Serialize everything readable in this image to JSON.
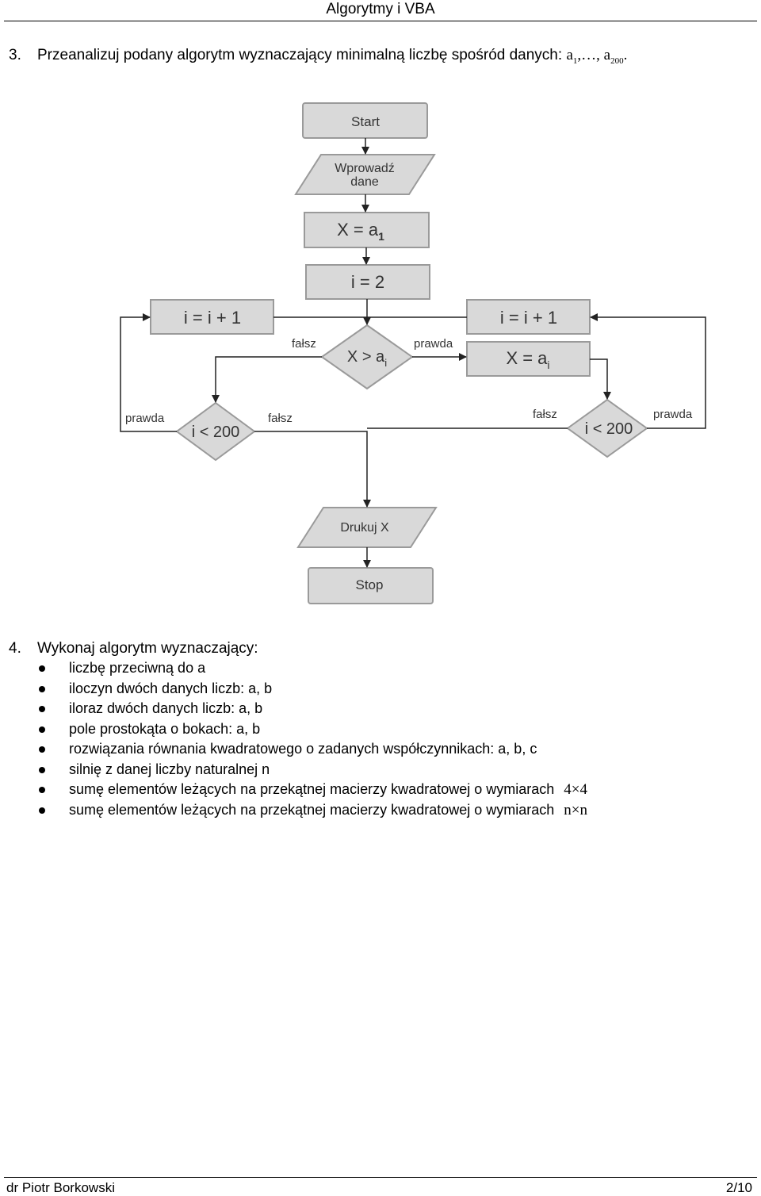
{
  "header": {
    "title": "Algorytmy i VBA"
  },
  "task3": {
    "number": "3.",
    "text": "Przeanalizuj podany algorytm wyznaczający minimalną liczbę spośród danych: ",
    "math_a": "a",
    "math_sub1": "1",
    "math_sep": ",…, a",
    "math_sub2": "200",
    "math_end": "."
  },
  "flowchart": {
    "start": "Start",
    "input_line1": "Wprowadź",
    "input_line2": "dane",
    "assign_x": "X = a",
    "assign_x_sub": "1",
    "assign_i": "i = 2",
    "left_increment": "i = i + 1",
    "right_increment": "i = i + 1",
    "compare": "X > a",
    "compare_sub": "i",
    "assign_x_ai": "X = a",
    "assign_x_ai_sub": "i",
    "loop_check_left": "i < 200",
    "loop_check_right": "i < 200",
    "label_false_top": "fałsz",
    "label_true_top": "prawda",
    "label_true_left": "prawda",
    "label_false_left": "fałsz",
    "label_false_right": "fałsz",
    "label_true_right": "prawda",
    "output": "Drukuj X",
    "stop": "Stop",
    "fill_color": "#d9d9d9",
    "stroke_color": "#9a9a9a"
  },
  "task4": {
    "number": "4.",
    "title": "Wykonaj algorytm wyznaczający:",
    "items": [
      "liczbę przeciwną do a",
      "iloczyn dwóch danych liczb: a, b",
      "iloraz dwóch danych liczb: a, b",
      "pole prostokąta o bokach: a, b",
      "rozwiązania równania kwadratowego o zadanych współczynnikach: a, b, c",
      "silnię z danej liczby naturalnej n",
      "sumę elementów leżących na przekątnej macierzy kwadratowej o wymiarach",
      "sumę elementów leżących na przekątnej macierzy kwadratowej o wymiarach"
    ],
    "dim_4": "4×4",
    "dim_n": "n×n"
  },
  "footer": {
    "author": "dr Piotr Borkowski",
    "page": "2/10"
  }
}
